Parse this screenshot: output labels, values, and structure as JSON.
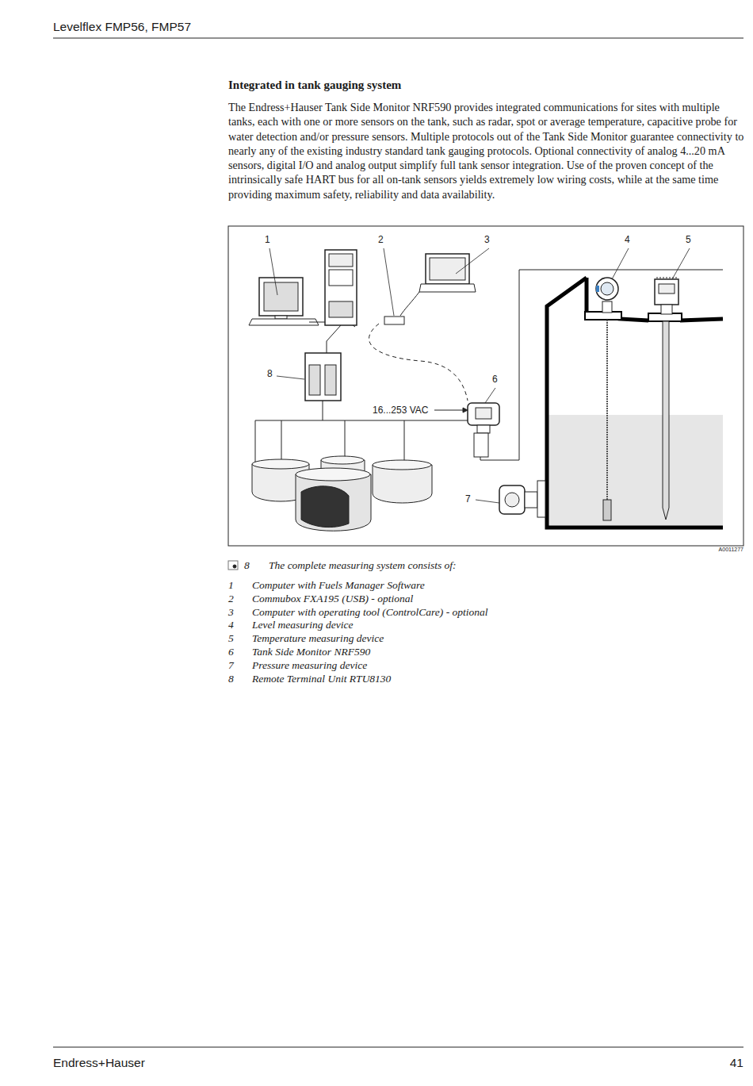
{
  "diagram": {
    "title": "Integrated in tank gauging system",
    "caption": "The complete measuring system consists of:",
    "labels": [
      "Levelflex FMP56, FMP57",
      "The Endress+Hauser Tank Side Monitor NRF590 provides integrated communications for sites with multiple tanks, each with one or more sensors on the tank, such as radar, spot or average temperature, capacitive probe for water detection and/or pressure sensors. Multiple protocols out of the Tank Side Monitor guarantee connectivity to nearly any of the existing industry standard tank gauging protocols. Optional connectivity of analog 4...20 mA sensors, digital I/O and analog output simplify full tank sensor integration. Use of the proven concept of the intrinsically safe HART bus for all on-tank sensors yields extremely low wiring costs, while at the same time providing maximum safety, reliability and data availability.",
      "1",
      "2",
      "3",
      "4",
      "5",
      "8",
      "6",
      "16...253 VAC",
      "7",
      "A0011277",
      "8",
      "1",
      "Computer with Fuels Manager Software",
      "2",
      "Commubox FXA195 (USB) - optional",
      "3",
      "Computer with operating tool (ControlCare) - optional",
      "4",
      "Level measuring device",
      "5",
      "Temperature measuring device",
      "6",
      "Tank Side Monitor NRF590",
      "7",
      "Pressure measuring device",
      "8",
      "Remote Terminal Unit RTU8130",
      "Endress+Hauser",
      "41"
    ]
  }
}
